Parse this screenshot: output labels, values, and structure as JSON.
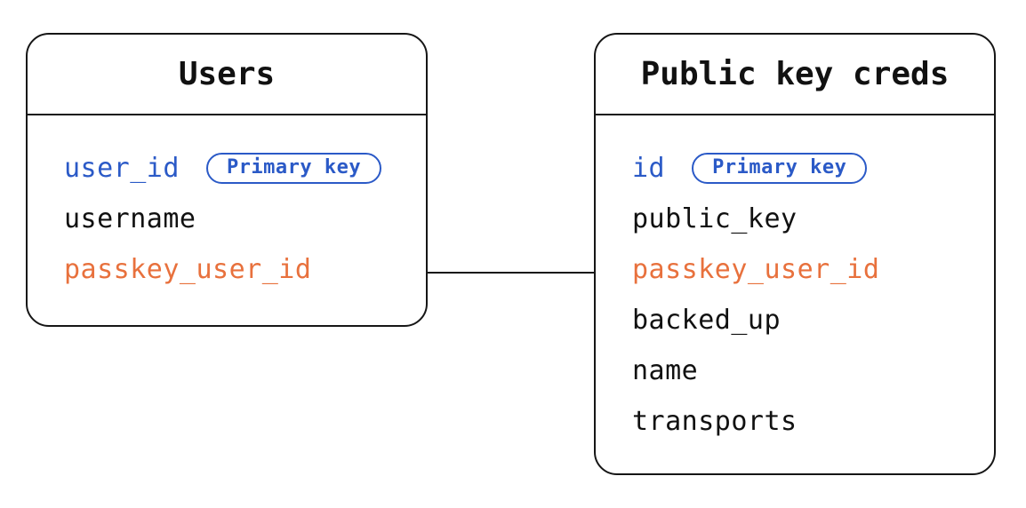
{
  "diagram": {
    "colors": {
      "blue": "#2b5ac7",
      "orange": "#e8713d",
      "black": "#111111",
      "line": "#161616"
    },
    "tables": [
      {
        "title": "Users",
        "fields": [
          {
            "name": "user_id",
            "color": "blue",
            "badge": "Primary key"
          },
          {
            "name": "username",
            "color": "black"
          },
          {
            "name": "passkey_user_id",
            "color": "orange"
          }
        ]
      },
      {
        "title": "Public key creds",
        "fields": [
          {
            "name": "id",
            "color": "blue",
            "badge": "Primary key"
          },
          {
            "name": "public_key",
            "color": "black"
          },
          {
            "name": "passkey_user_id",
            "color": "orange"
          },
          {
            "name": "backed_up",
            "color": "black"
          },
          {
            "name": "name",
            "color": "black"
          },
          {
            "name": "transports",
            "color": "black"
          }
        ]
      }
    ],
    "relationship": {
      "from_table": "Users",
      "from_field": "passkey_user_id",
      "to_table": "Public key creds",
      "to_field": "passkey_user_id"
    }
  }
}
